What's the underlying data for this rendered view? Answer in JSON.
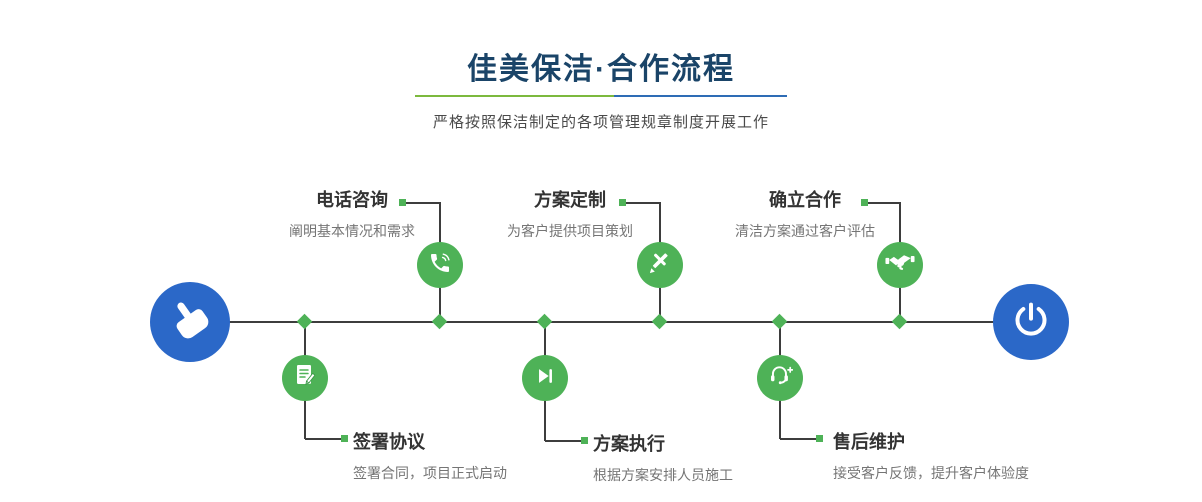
{
  "header": {
    "title": "佳美保洁·合作流程",
    "subtitle": "严格按照保洁制定的各项管理规章制度开展工作"
  },
  "flow": {
    "start_icon": "pointing-hand-icon",
    "end_icon": "power-icon"
  },
  "steps": [
    {
      "title": "电话咨询",
      "desc": "阐明基本情况和需求",
      "icon": "phone-icon",
      "position": "top"
    },
    {
      "title": "方案定制",
      "desc": "为客户提供项目策划",
      "icon": "design-tools-icon",
      "position": "top"
    },
    {
      "title": "确立合作",
      "desc": "清洁方案通过客户评估",
      "icon": "handshake-icon",
      "position": "top"
    },
    {
      "title": "签署协议",
      "desc": "签署合同，项目正式启动",
      "icon": "contract-icon",
      "position": "bottom"
    },
    {
      "title": "方案执行",
      "desc": "根据方案安排人员施工",
      "icon": "play-icon",
      "position": "bottom"
    },
    {
      "title": "售后维护",
      "desc": "接受客户反馈，提升客户体验度",
      "icon": "customer-service-icon",
      "position": "bottom"
    }
  ],
  "colors": {
    "green": "#4eb257",
    "blue": "#2b68c8",
    "title_navy": "#1a4468",
    "underline_green": "#7cb93e",
    "underline_blue": "#2e6cb5",
    "line": "#3d3d3d"
  }
}
